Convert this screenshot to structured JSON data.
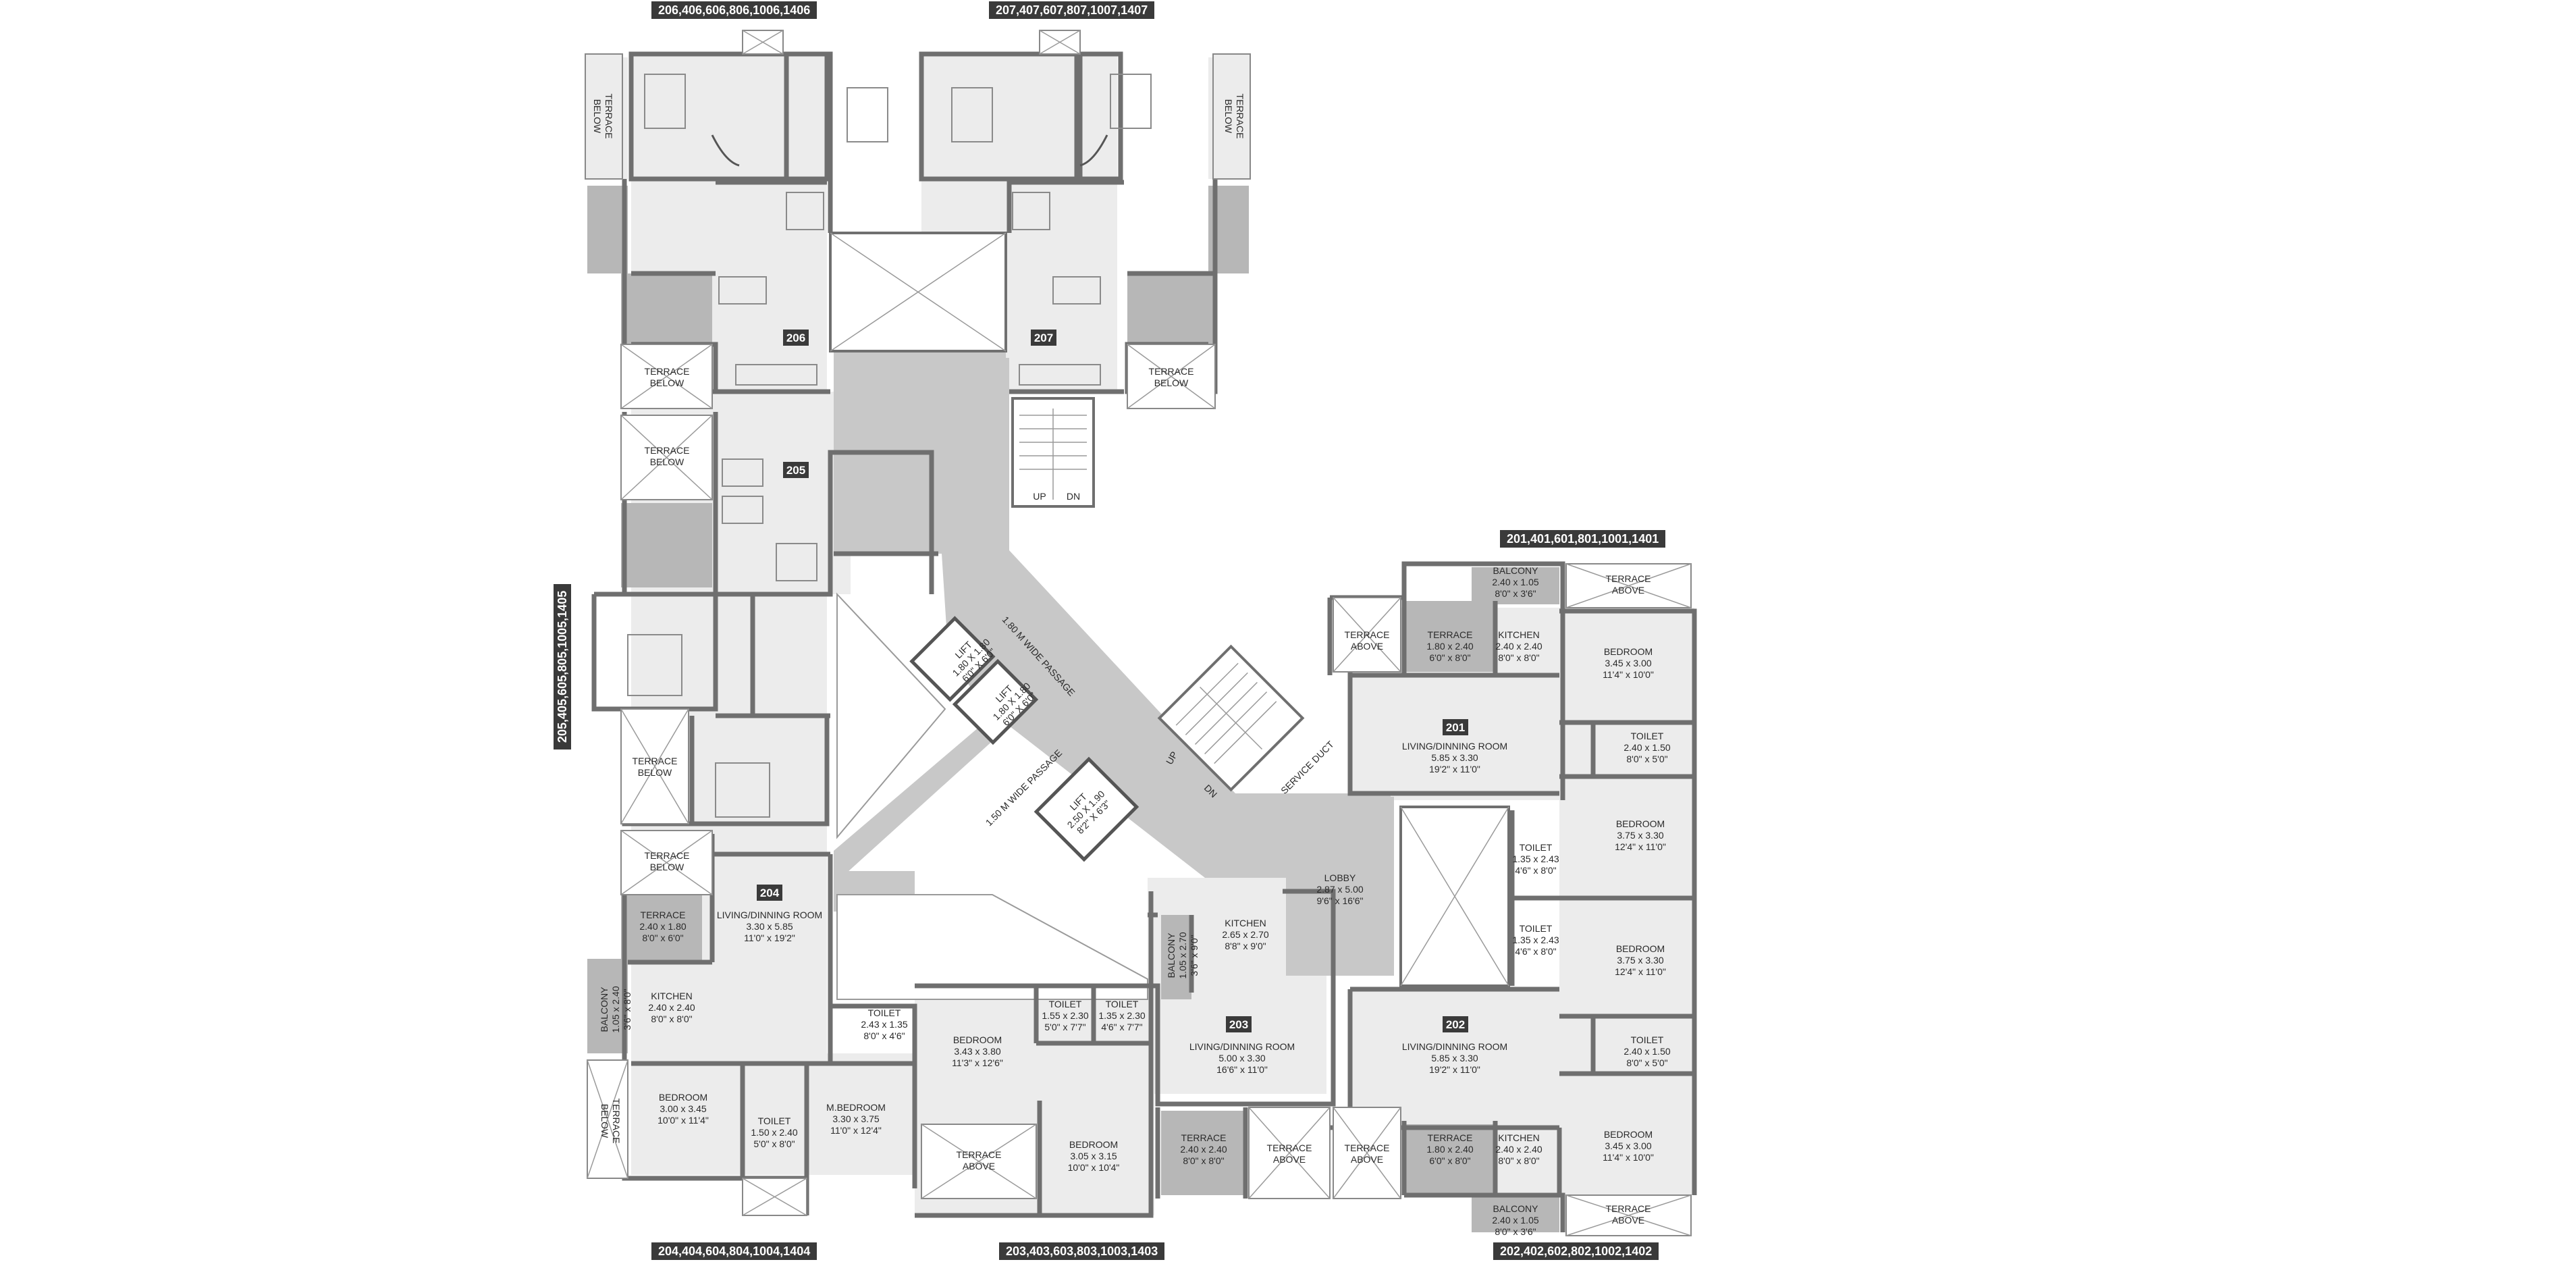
{
  "unit_groups": {
    "top_left": "206,406,606,806,1006,1406",
    "top_right": "207,407,607,807,1007,1407",
    "left_side": "205,405,605,805,1005,1405",
    "right_upper": "201,401,601,801,1001,1401",
    "bottom_left": "204,404,604,804,1004,1404",
    "bottom_mid": "203,403,603,803,1003,1403",
    "bottom_right": "202,402,602,802,1002,1402"
  },
  "units": {
    "u206": "206",
    "u207": "207",
    "u205": "205",
    "u204": "204",
    "u201": "201",
    "u202": "202",
    "u203": "203"
  },
  "core": {
    "passage_upper": "1.80 M WIDE PASSAGE",
    "passage_lower": "1.50 M WIDE PASSAGE",
    "lift_a": [
      "LIFT",
      "1.80 X 1.80",
      "6'0\" X 6'0\""
    ],
    "lift_b": [
      "LIFT",
      "1.80 X 1.80",
      "6'0\" X 6'0\""
    ],
    "lift_c": [
      "LIFT",
      "2.50 X 1.90",
      "8'2\" X 6'3\""
    ],
    "up": "UP",
    "dn": "DN",
    "service_duct": "SERVICE DUCT",
    "lobby": [
      "LOBBY",
      "2.87 x 5.00",
      "9'6\" x 16'6\""
    ]
  },
  "rooms": {
    "terrace_below": [
      "TERRACE",
      "BELOW"
    ],
    "terrace_above": [
      "TERRACE",
      "ABOVE"
    ],
    "r201_balcony": [
      "BALCONY",
      "2.40 x 1.05",
      "8'0\" x 3'6\""
    ],
    "r201_terrace": [
      "TERRACE",
      "1.80 x 2.40",
      "6'0\" x 8'0\""
    ],
    "r201_kitchen": [
      "KITCHEN",
      "2.40 x 2.40",
      "8'0\" x 8'0\""
    ],
    "r201_bedroom": [
      "BEDROOM",
      "3.45 x 3.00",
      "11'4\" x 10'0\""
    ],
    "r201_living": [
      "LIVING/DINNING ROOM",
      "5.85 x 3.30",
      "19'2\" x 11'0\""
    ],
    "r201_toilet": [
      "TOILET",
      "2.40 x 1.50",
      "8'0\" x 5'0\""
    ],
    "r201_bedroom2": [
      "BEDROOM",
      "3.75 x 3.30",
      "12'4\" x 11'0\""
    ],
    "r201_toilet2": [
      "TOILET",
      "1.35 x 2.43",
      "4'6\" x 8'0\""
    ],
    "r202_toilet2": [
      "TOILET",
      "1.35 x 2.43",
      "4'6\" x 8'0\""
    ],
    "r202_bedroom2": [
      "BEDROOM",
      "3.75 x 3.30",
      "12'4\" x 11'0\""
    ],
    "r202_living": [
      "LIVING/DINNING ROOM",
      "5.85 x 3.30",
      "19'2\" x 11'0\""
    ],
    "r202_toilet": [
      "TOILET",
      "2.40 x 1.50",
      "8'0\" x 5'0\""
    ],
    "r202_terrace": [
      "TERRACE",
      "1.80 x 2.40",
      "6'0\" x 8'0\""
    ],
    "r202_kitchen": [
      "KITCHEN",
      "2.40 x 2.40",
      "8'0\" x 8'0\""
    ],
    "r202_bedroom": [
      "BEDROOM",
      "3.45 x 3.00",
      "11'4\" x 10'0\""
    ],
    "r202_balcony": [
      "BALCONY",
      "2.40 x 1.05",
      "8'0\" x 3'6\""
    ],
    "r203_balcony": [
      "BALCONY",
      "1.05 x 2.70",
      "3'6\" x 9'0\""
    ],
    "r203_kitchen": [
      "KITCHEN",
      "2.65 x 2.70",
      "8'8\" x 9'0\""
    ],
    "r203_living": [
      "LIVING/DINNING ROOM",
      "5.00 x 3.30",
      "16'6\" x 11'0\""
    ],
    "r203_toilet_a": [
      "TOILET",
      "1.55 x 2.30",
      "5'0\" x 7'7\""
    ],
    "r203_toilet_b": [
      "TOILET",
      "1.35 x 2.30",
      "4'6\" x 7'7\""
    ],
    "r203_bedroom": [
      "BEDROOM",
      "3.43 x 3.80",
      "11'3\" x 12'6\""
    ],
    "r203_bedroom2": [
      "BEDROOM",
      "3.05 x 3.15",
      "10'0\" x 10'4\""
    ],
    "r203_terrace": [
      "TERRACE",
      "2.40 x 2.40",
      "8'0\" x 8'0\""
    ],
    "r204_terrace": [
      "TERRACE",
      "2.40 x 1.80",
      "8'0\" x 6'0\""
    ],
    "r204_living": [
      "LIVING/DINNING ROOM",
      "3.30 x 5.85",
      "11'0\" x 19'2\""
    ],
    "r204_balcony": [
      "BALCONY",
      "1.05 x 2.40",
      "3'6\" x 8'0\""
    ],
    "r204_kitchen": [
      "KITCHEN",
      "2.40 x 2.40",
      "8'0\" x 8'0\""
    ],
    "r204_toilet": [
      "TOILET",
      "2.43 x 1.35",
      "8'0\" x 4'6\""
    ],
    "r204_bedroom": [
      "BEDROOM",
      "3.00 x 3.45",
      "10'0\" x 11'4\""
    ],
    "r204_toilet2": [
      "TOILET",
      "1.50 x 2.40",
      "5'0\" x 8'0\""
    ],
    "r204_mbedroom": [
      "M.BEDROOM",
      "3.30 x 3.75",
      "11'0\" x 12'4\""
    ]
  },
  "colors": {
    "wall": "#6f6f6f",
    "core": "#c8c8c8",
    "floor": "#ececec",
    "tag": "#3a3a3a",
    "text": "#2a2a2a"
  }
}
